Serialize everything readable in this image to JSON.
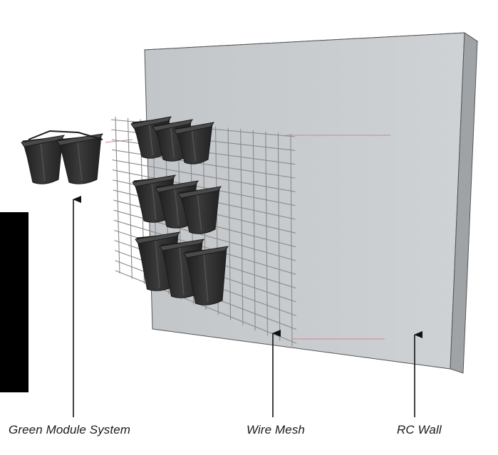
{
  "labels": {
    "module": "Green Module System",
    "mesh": "Wire Mesh",
    "wall": "RC Wall"
  },
  "colors": {
    "wall_face": "#c6cacd",
    "wall_side": "#9ea2a5",
    "wall_top": "#b3b7ba",
    "planter": "#2e2e2e",
    "planter_dark": "#1b1b1b",
    "planter_light": "#4a4a4a",
    "mesh": "#8a8a8a",
    "guide": "#c98a8f",
    "arrow": "#111111"
  }
}
